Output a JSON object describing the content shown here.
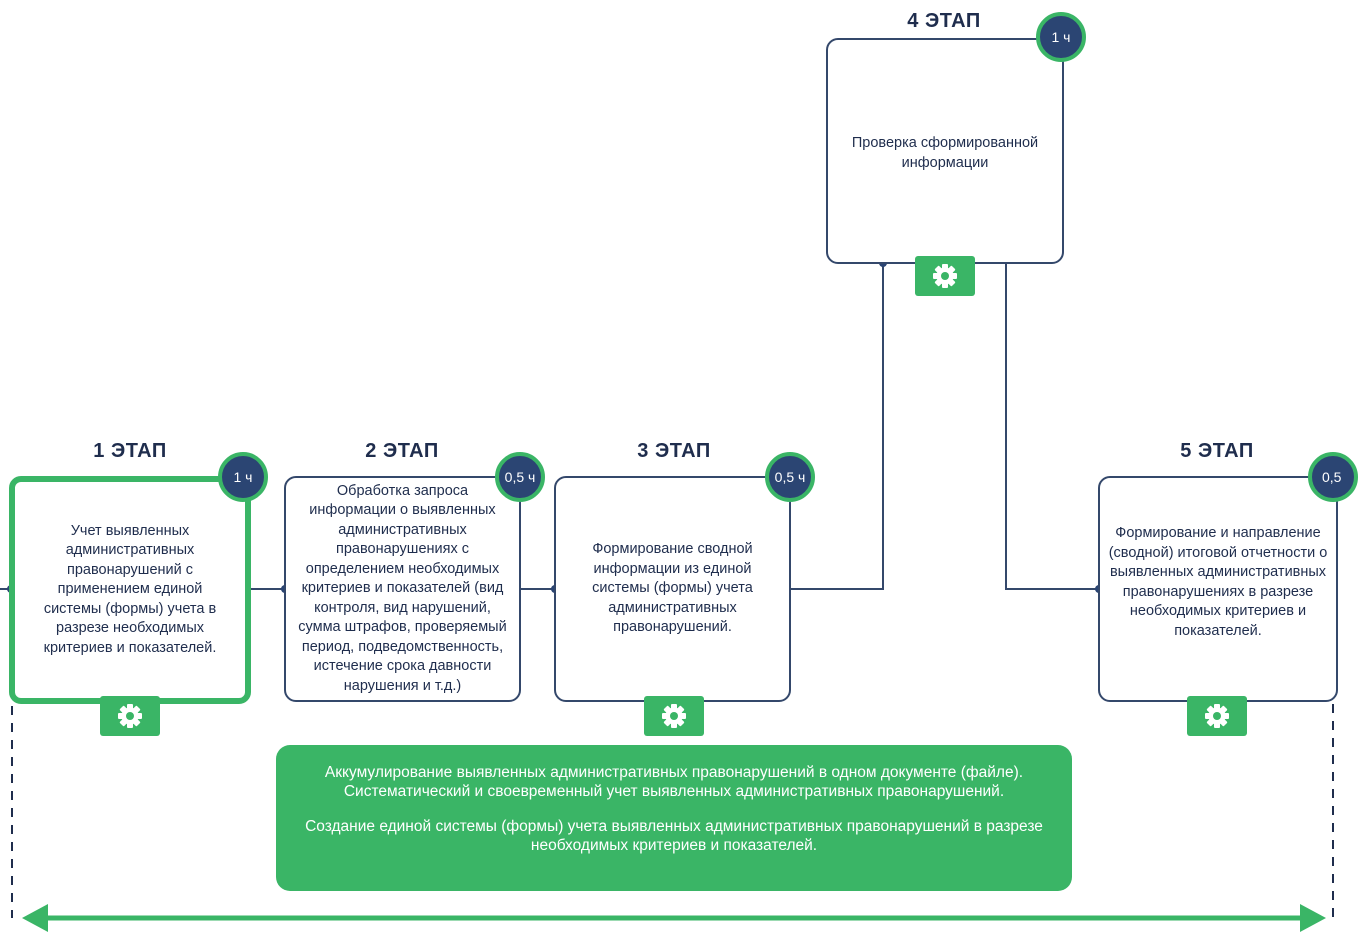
{
  "stages": [
    {
      "title": "1 ЭТАП",
      "time": "1 ч",
      "text": "Учет выявленных административных правонарушений с применением единой системы (формы) учета в разрезе необходимых критериев и показателей."
    },
    {
      "title": "2 ЭТАП",
      "time": "0,5 ч",
      "text": "Обработка запроса информации о выявленных административных правонарушениях с определением необходимых критериев и показателей (вид контроля, вид нарушений, сумма штрафов, проверяемый период, подведомственность, истечение срока давности нарушения и т.д.)"
    },
    {
      "title": "3 ЭТАП",
      "time": "0,5 ч",
      "text": "Формирование сводной информации из единой системы (формы) учета административных правонарушений."
    },
    {
      "title": "4 ЭТАП",
      "time": "1 ч",
      "text": "Проверка сформированной информации"
    },
    {
      "title": "5 ЭТАП",
      "time": "0,5",
      "text": "Формирование и направление (сводной) итоговой отчетности о выявленных административных правонарушениях в разрезе необходимых критериев и показателей."
    }
  ],
  "result": {
    "paragraph1": "Аккумулирование выявленных административных правонарушений в одном документе (файле). Систематический и своевременный учет выявленных административных правонарушений.",
    "paragraph2": "Создание единой системы (формы) учета выявленных административных правонарушений в разрезе необходимых критериев и показателей."
  },
  "icons": {
    "settings": "gear-icon",
    "span_arrow": "double-arrow-icon"
  },
  "colors": {
    "accent_green": "#3ab566",
    "navy": "#2b4573",
    "border": "#34486b",
    "text": "#1f2d4d"
  }
}
